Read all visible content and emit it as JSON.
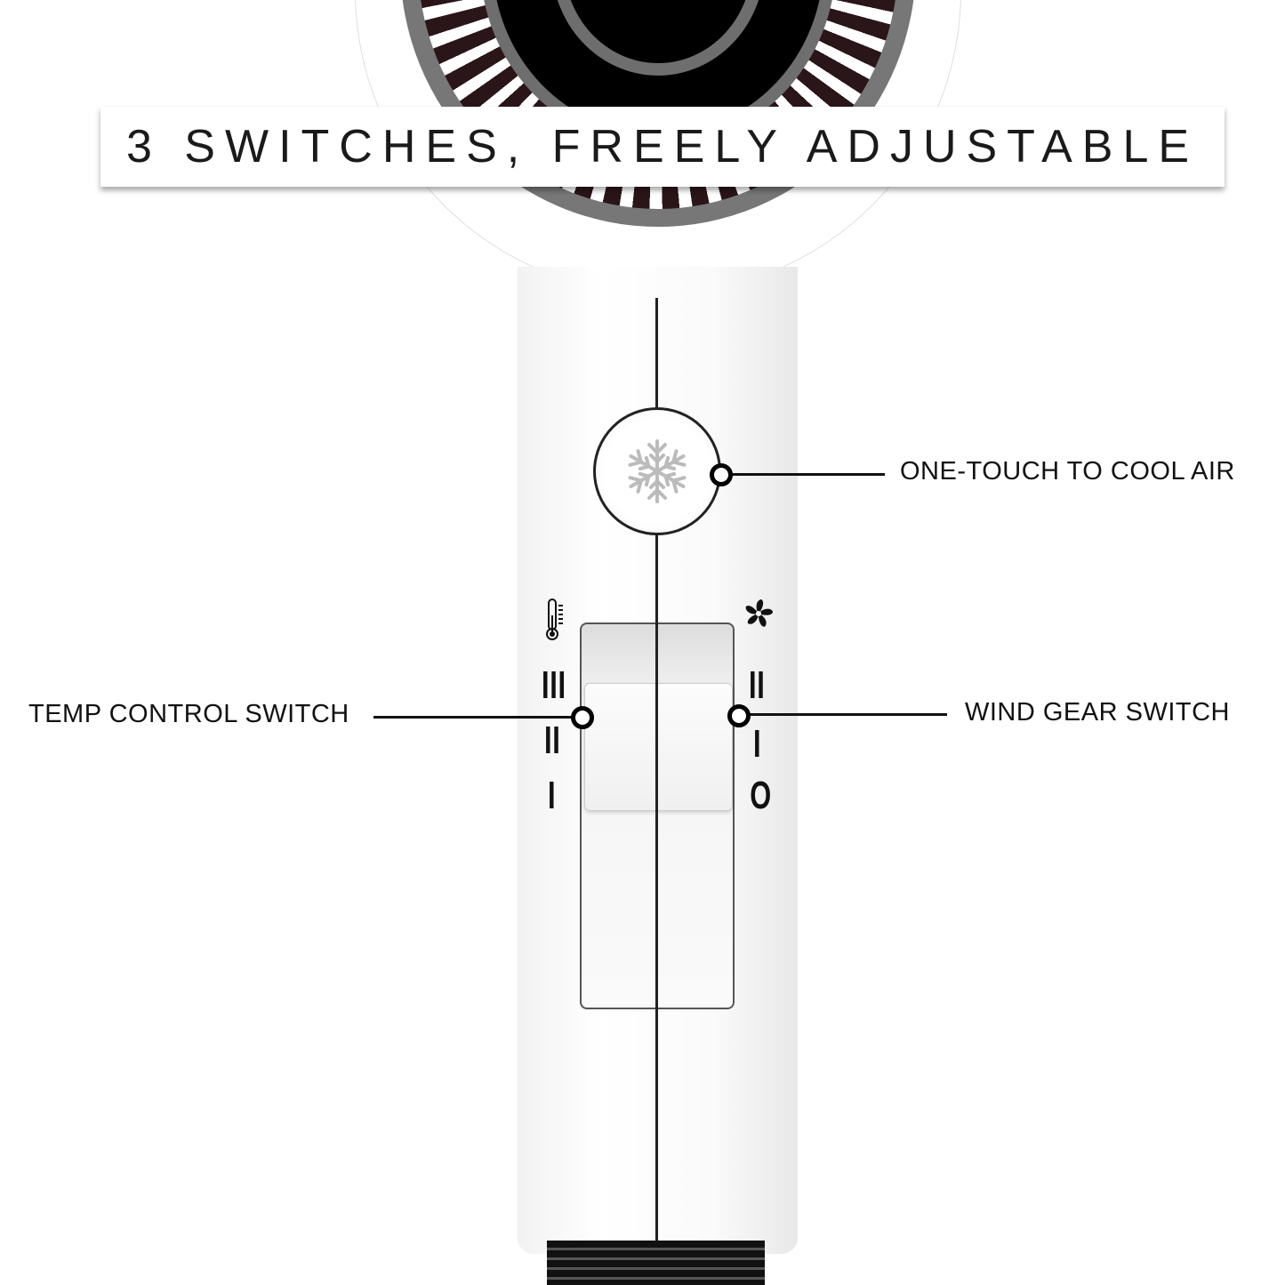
{
  "banner": {
    "title": "3 SWITCHES, FREELY ADJUSTABLE"
  },
  "callouts": {
    "cool": "ONE-TOUCH TO COOL AIR",
    "temp": "TEMP CONTROL SWITCH",
    "wind": "WIND GEAR SWITCH"
  },
  "temp_marks": [
    "III",
    "II",
    "I"
  ],
  "wind_marks": [
    "II",
    "I",
    "O"
  ],
  "icons": {
    "cool": "snowflake-icon",
    "temp": "thermometer-icon",
    "wind": "fan-icon"
  },
  "colors": {
    "accent": "#111111",
    "grill": "#2a1518"
  }
}
